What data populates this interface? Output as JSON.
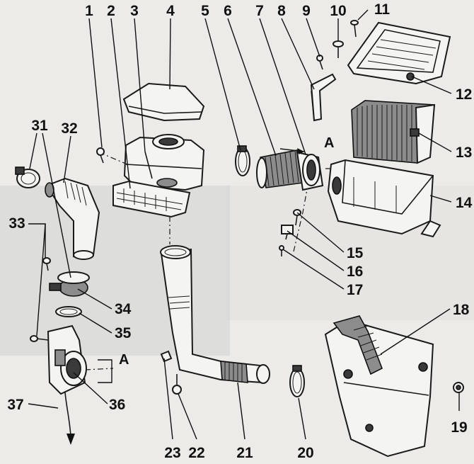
{
  "callouts": [
    {
      "n": "1"
    },
    {
      "n": "2"
    },
    {
      "n": "3"
    },
    {
      "n": "4"
    },
    {
      "n": "5"
    },
    {
      "n": "6"
    },
    {
      "n": "7"
    },
    {
      "n": "8"
    },
    {
      "n": "9"
    },
    {
      "n": "10"
    },
    {
      "n": "11"
    },
    {
      "n": "12"
    },
    {
      "n": "13"
    },
    {
      "n": "14"
    },
    {
      "n": "15"
    },
    {
      "n": "16"
    },
    {
      "n": "17"
    },
    {
      "n": "18"
    },
    {
      "n": "19"
    },
    {
      "n": "20"
    },
    {
      "n": "21"
    },
    {
      "n": "22"
    },
    {
      "n": "23"
    },
    {
      "n": "31"
    },
    {
      "n": "32"
    },
    {
      "n": "33"
    },
    {
      "n": "34"
    },
    {
      "n": "35"
    },
    {
      "n": "36"
    },
    {
      "n": "37"
    }
  ],
  "markers": {
    "top": "A",
    "bottom": "A"
  }
}
